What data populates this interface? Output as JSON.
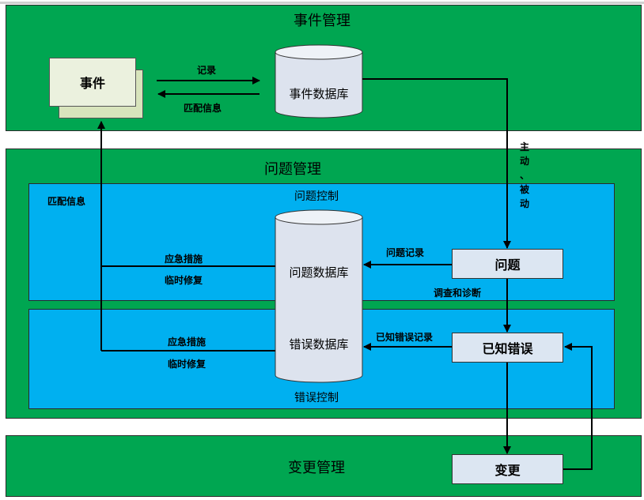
{
  "sections": {
    "incident": "事件管理",
    "problem": "问题管理",
    "change": "变更管理"
  },
  "sub_sections": {
    "problem_control": "问题控制",
    "error_control": "错误控制"
  },
  "nodes": {
    "event": "事件",
    "event_db": "事件数据库",
    "problem_db": "问题数据库",
    "error_db": "错误数据库",
    "problem": "问题",
    "known_error": "已知错误",
    "change": "变更"
  },
  "edge_labels": {
    "record": "记录",
    "match_info_top": "匹配信息",
    "match_info_left": "匹配信息",
    "active_passive": [
      "主",
      "动",
      "、",
      "被",
      "动"
    ],
    "problem_record": "问题记录",
    "investigate_diagnose": "调查和诊断",
    "known_error_record": "已知错误记录",
    "emergency_1": "应急措施",
    "temp_fix_1": "临时修复",
    "emergency_2": "应急措施",
    "temp_fix_2": "临时修复"
  },
  "colors": {
    "band_green": "#00a651",
    "inner_blue": "#00b0f0",
    "node_fill": "#dce6f2",
    "db_fill": "#dde3ee"
  }
}
